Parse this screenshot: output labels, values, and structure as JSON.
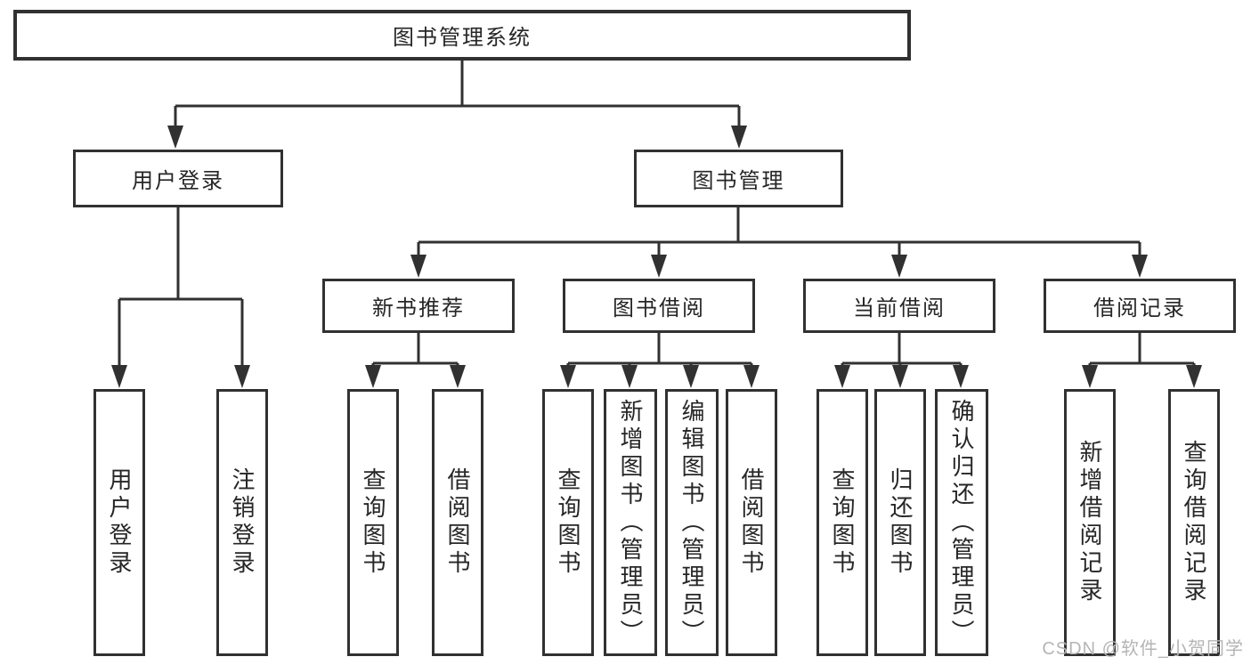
{
  "colors": {
    "line": "#313131",
    "text": "#262626",
    "background": "#ffffff",
    "watermark": "#b5b5b5"
  },
  "watermark": {
    "text": "CSDN @软件_小贺同学"
  },
  "tree": {
    "root": {
      "label": "图书管理系统"
    },
    "user_login": {
      "label": "用户登录",
      "children": [
        {
          "label": "用户登录"
        },
        {
          "label": "注销登录"
        }
      ]
    },
    "book_mgmt": {
      "label": "图书管理",
      "children": [
        {
          "label": "新书推荐",
          "children": [
            {
              "label": "查询图书"
            },
            {
              "label": "借阅图书"
            }
          ]
        },
        {
          "label": "图书借阅",
          "children": [
            {
              "label": "查询图书"
            },
            {
              "label": "新增图书（管理员）"
            },
            {
              "label": "编辑图书（管理员）"
            },
            {
              "label": "借阅图书"
            }
          ]
        },
        {
          "label": "当前借阅",
          "children": [
            {
              "label": "查询图书"
            },
            {
              "label": "归还图书"
            },
            {
              "label": "确认归还（管理员）"
            }
          ]
        },
        {
          "label": "借阅记录",
          "children": [
            {
              "label": "新增借阅记录"
            },
            {
              "label": "查询借阅记录"
            }
          ]
        }
      ]
    }
  }
}
